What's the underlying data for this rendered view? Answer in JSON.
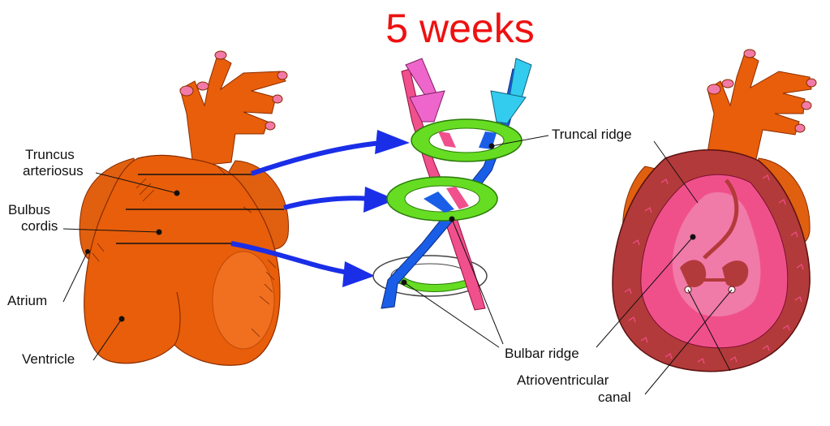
{
  "title": "5 weeks",
  "colors": {
    "title": "#ee1111",
    "heart": "#e85e0a",
    "heart_dark": "#b23c00",
    "ring": "#66dd22",
    "arrow_blue": "#1a2ee8",
    "spiral_blue": "#1a5ee8",
    "spiral_pink": "#f0508c",
    "arrow_magenta": "#ee66cc",
    "arrow_cyan": "#33ccee",
    "section_red": "#b33a3a",
    "section_pink": "#f0508a"
  },
  "labels": {
    "truncus_line1": "Truncus",
    "truncus_line2": "arteriosus",
    "bulbus_line1": "Bulbus",
    "bulbus_line2": "cordis",
    "atrium": "Atrium",
    "ventricle": "Ventricle",
    "truncal_ridge": "Truncal ridge",
    "bulbar_ridge": "Bulbar ridge",
    "av_canal_line1": "Atrioventricular",
    "av_canal_line2": "canal"
  }
}
